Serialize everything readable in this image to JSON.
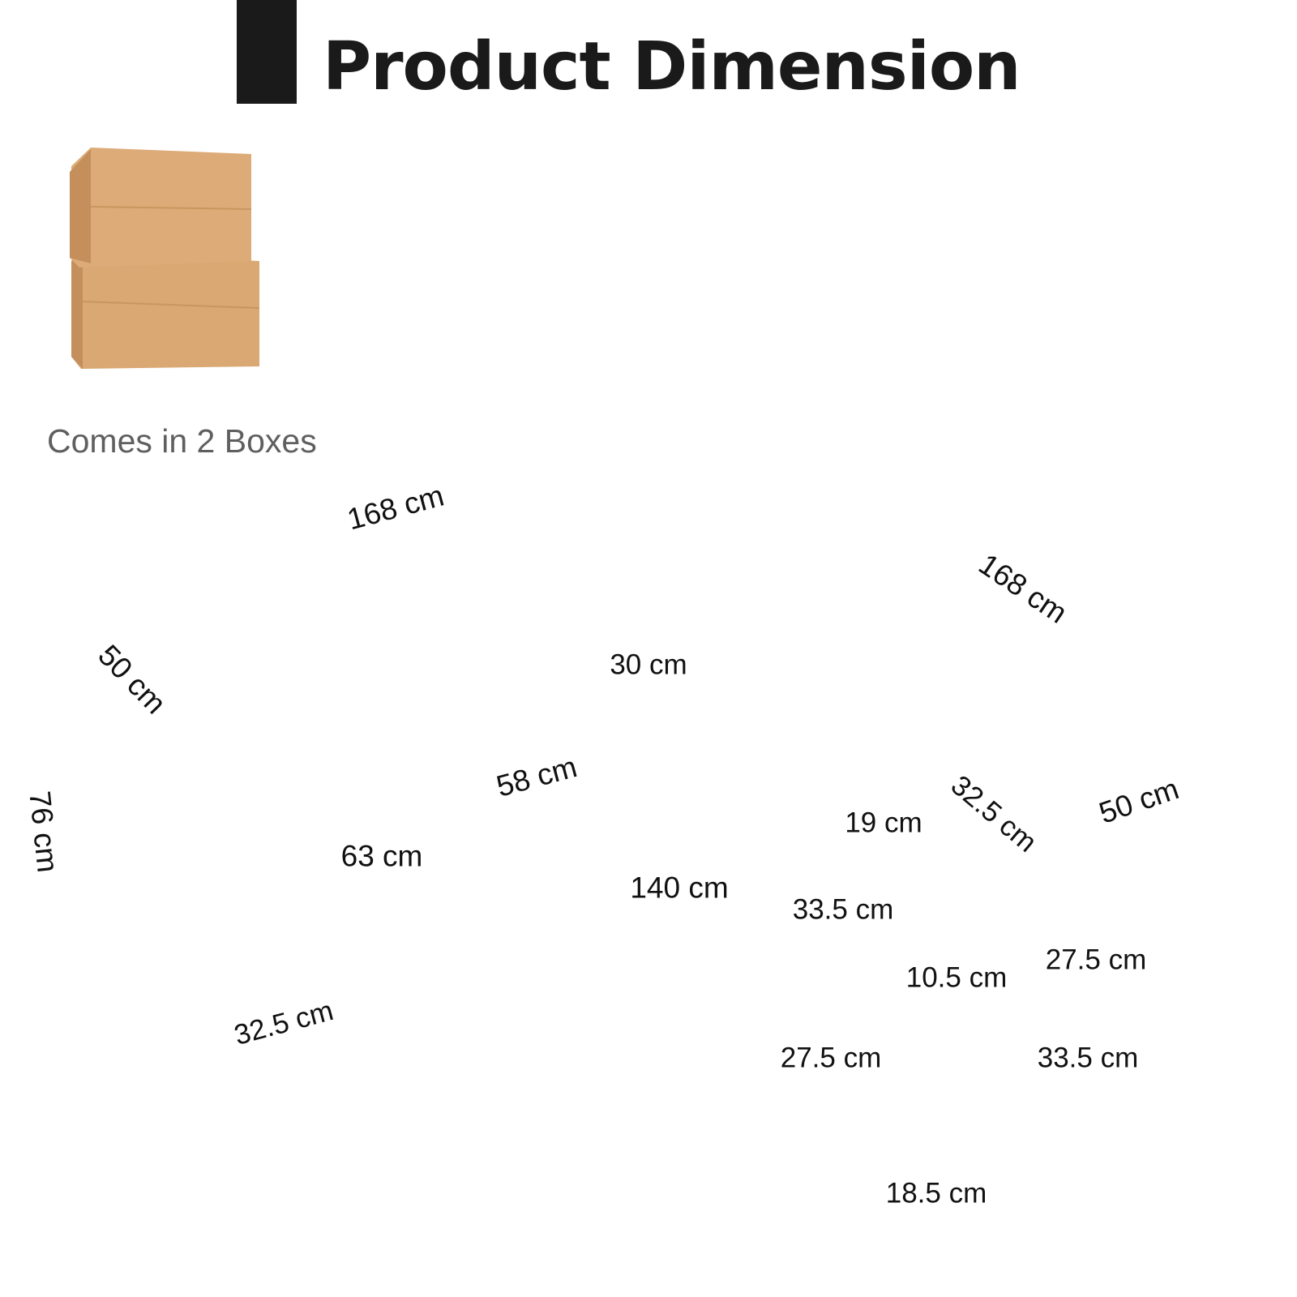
{
  "header": {
    "title": "Product Dimension"
  },
  "packaging": {
    "caption": "Comes in 2 Boxes",
    "icon": "stacked-boxes-icon",
    "box_color": "#d7a673"
  },
  "product": {
    "color": "#1e1e1e",
    "accent": "#111111"
  },
  "dimensions": {
    "top_left_width": "168 cm",
    "top_right_length": "168 cm",
    "left_depth": "50 cm",
    "right_depth": "50 cm",
    "height": "76 cm",
    "keyboard_tray_depth": "30 cm",
    "keyboard_tray_width": "58 cm",
    "cabinet_height": "63 cm",
    "cabinet_width": "32.5 cm",
    "power_cord_length": "140 cm",
    "open_shelf_height": "19 cm",
    "open_shelf_width": "32.5 cm",
    "small_drawer_width": "33.5 cm",
    "small_drawer_height": "10.5 cm",
    "small_drawer_depth": "27.5 cm",
    "large_drawer_depth": "27.5 cm",
    "large_drawer_width": "33.5 cm",
    "large_drawer_height": "18.5 cm"
  }
}
